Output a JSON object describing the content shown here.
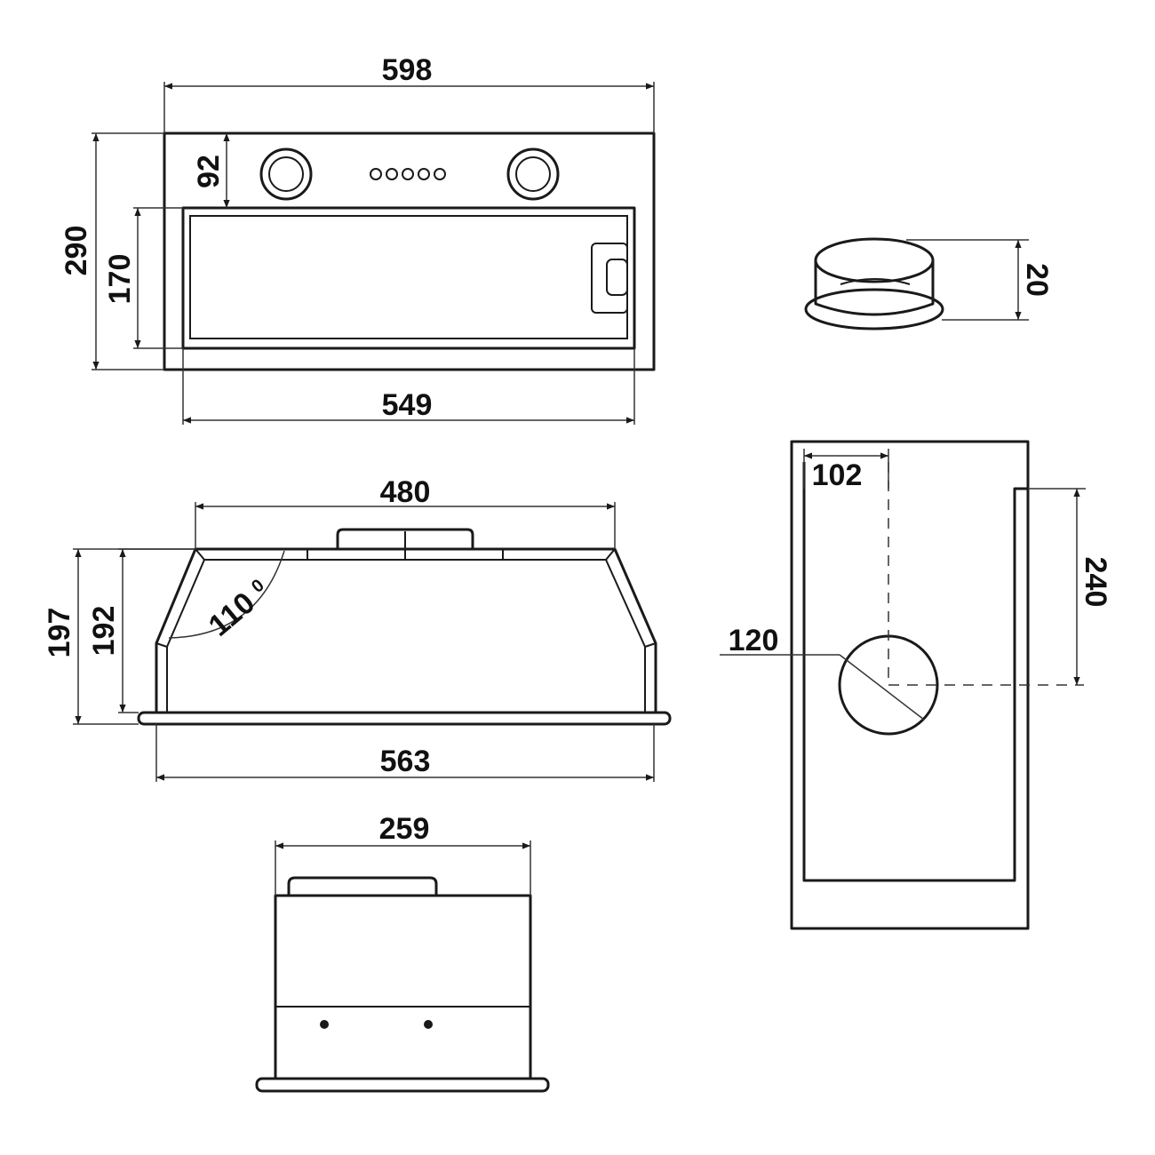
{
  "dimensions": {
    "front_width": "598",
    "front_height": "290",
    "control_depth": "92",
    "filter_height": "170",
    "filter_width": "549",
    "top_width": "480",
    "outer_height": "197",
    "inner_height": "192",
    "angle": "110",
    "angle_degree": "0",
    "bottom_width": "563",
    "side_width": "259",
    "collar_height": "20",
    "duct_offset_x": "102",
    "duct_offset_y": "240",
    "duct_diameter": "120"
  },
  "colors": {
    "line": "#1a1a1a",
    "background": "#ffffff"
  }
}
